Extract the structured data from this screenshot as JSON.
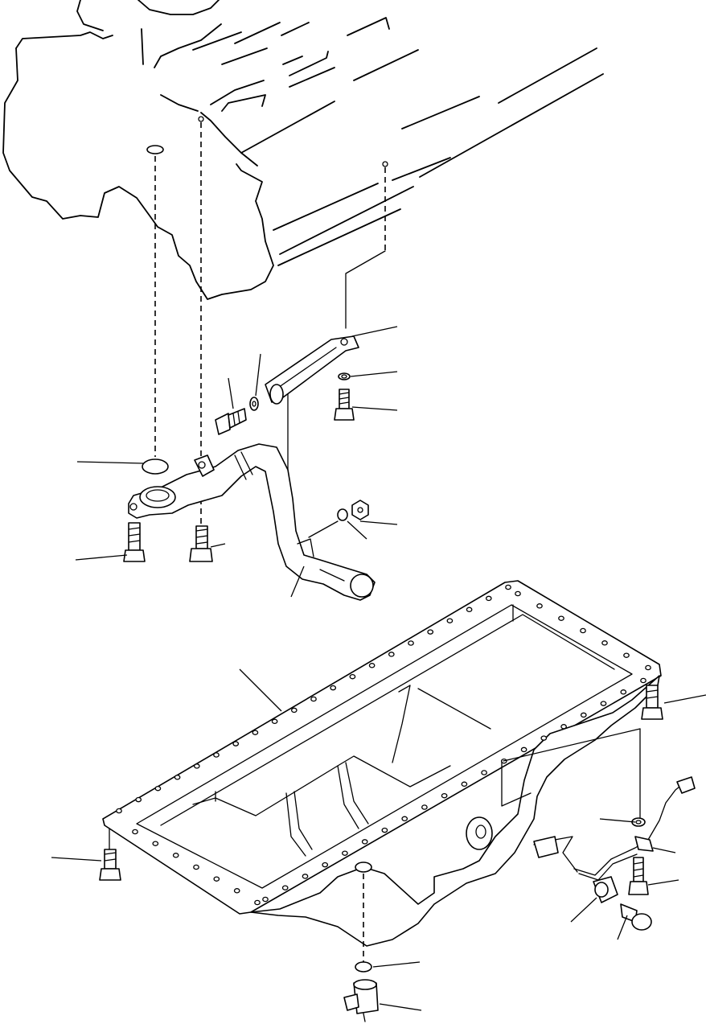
{
  "diagram": {
    "type": "exploded-parts-view",
    "parts": [
      {
        "name": "engine-block",
        "icon": "engine-block-outline"
      },
      {
        "name": "strainer-bracket",
        "icon": "bracket-icon"
      },
      {
        "name": "bracket-washer",
        "icon": "washer-icon"
      },
      {
        "name": "bracket-bolt",
        "icon": "bolt-icon"
      },
      {
        "name": "tube-bolt",
        "icon": "bolt-icon"
      },
      {
        "name": "tube-washer",
        "icon": "washer-icon"
      },
      {
        "name": "o-ring",
        "icon": "o-ring-icon"
      },
      {
        "name": "suction-tube",
        "icon": "tube-icon"
      },
      {
        "name": "flange-bolt-left",
        "icon": "bolt-icon"
      },
      {
        "name": "flange-bolt-right",
        "icon": "bolt-icon"
      },
      {
        "name": "nut",
        "icon": "nut-icon"
      },
      {
        "name": "nut-washer",
        "icon": "washer-icon"
      },
      {
        "name": "oil-pan",
        "icon": "oil-pan-icon"
      },
      {
        "name": "pan-bolt-right",
        "icon": "bolt-icon"
      },
      {
        "name": "pan-bolt-left",
        "icon": "bolt-icon"
      },
      {
        "name": "level-sensor",
        "icon": "sensor-icon"
      },
      {
        "name": "sensor-washer",
        "icon": "washer-icon"
      },
      {
        "name": "sensor-bolt",
        "icon": "bolt-icon"
      },
      {
        "name": "harness-clamp",
        "icon": "clamp-icon"
      },
      {
        "name": "drain-washer",
        "icon": "washer-icon"
      },
      {
        "name": "drain-valve",
        "icon": "drain-valve-icon"
      }
    ],
    "colors": {
      "line": "#000000",
      "background": "#ffffff"
    }
  }
}
